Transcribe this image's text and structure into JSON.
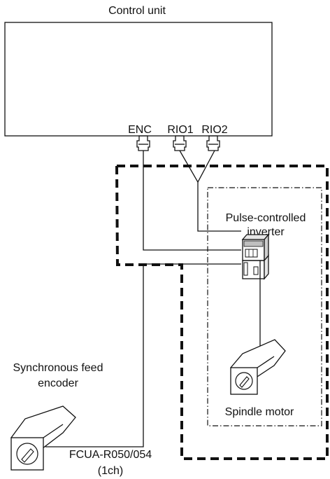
{
  "labels": {
    "control_unit": "Control unit",
    "enc": "ENC",
    "rio1": "RIO1",
    "rio2": "RIO2",
    "inverter_line1": "Pulse-controlled",
    "inverter_line2": "inverter",
    "spindle_motor": "Spindle motor",
    "encoder_line1": "Synchronous feed",
    "encoder_line2": "encoder",
    "model_line1": "FCUA-R050/054",
    "model_line2": "(1ch)"
  },
  "colors": {
    "line": "#111111",
    "inverter_top": "#bfbfbf",
    "inverter_body": "#e6e6e6",
    "motor_body": "#ffffff"
  }
}
